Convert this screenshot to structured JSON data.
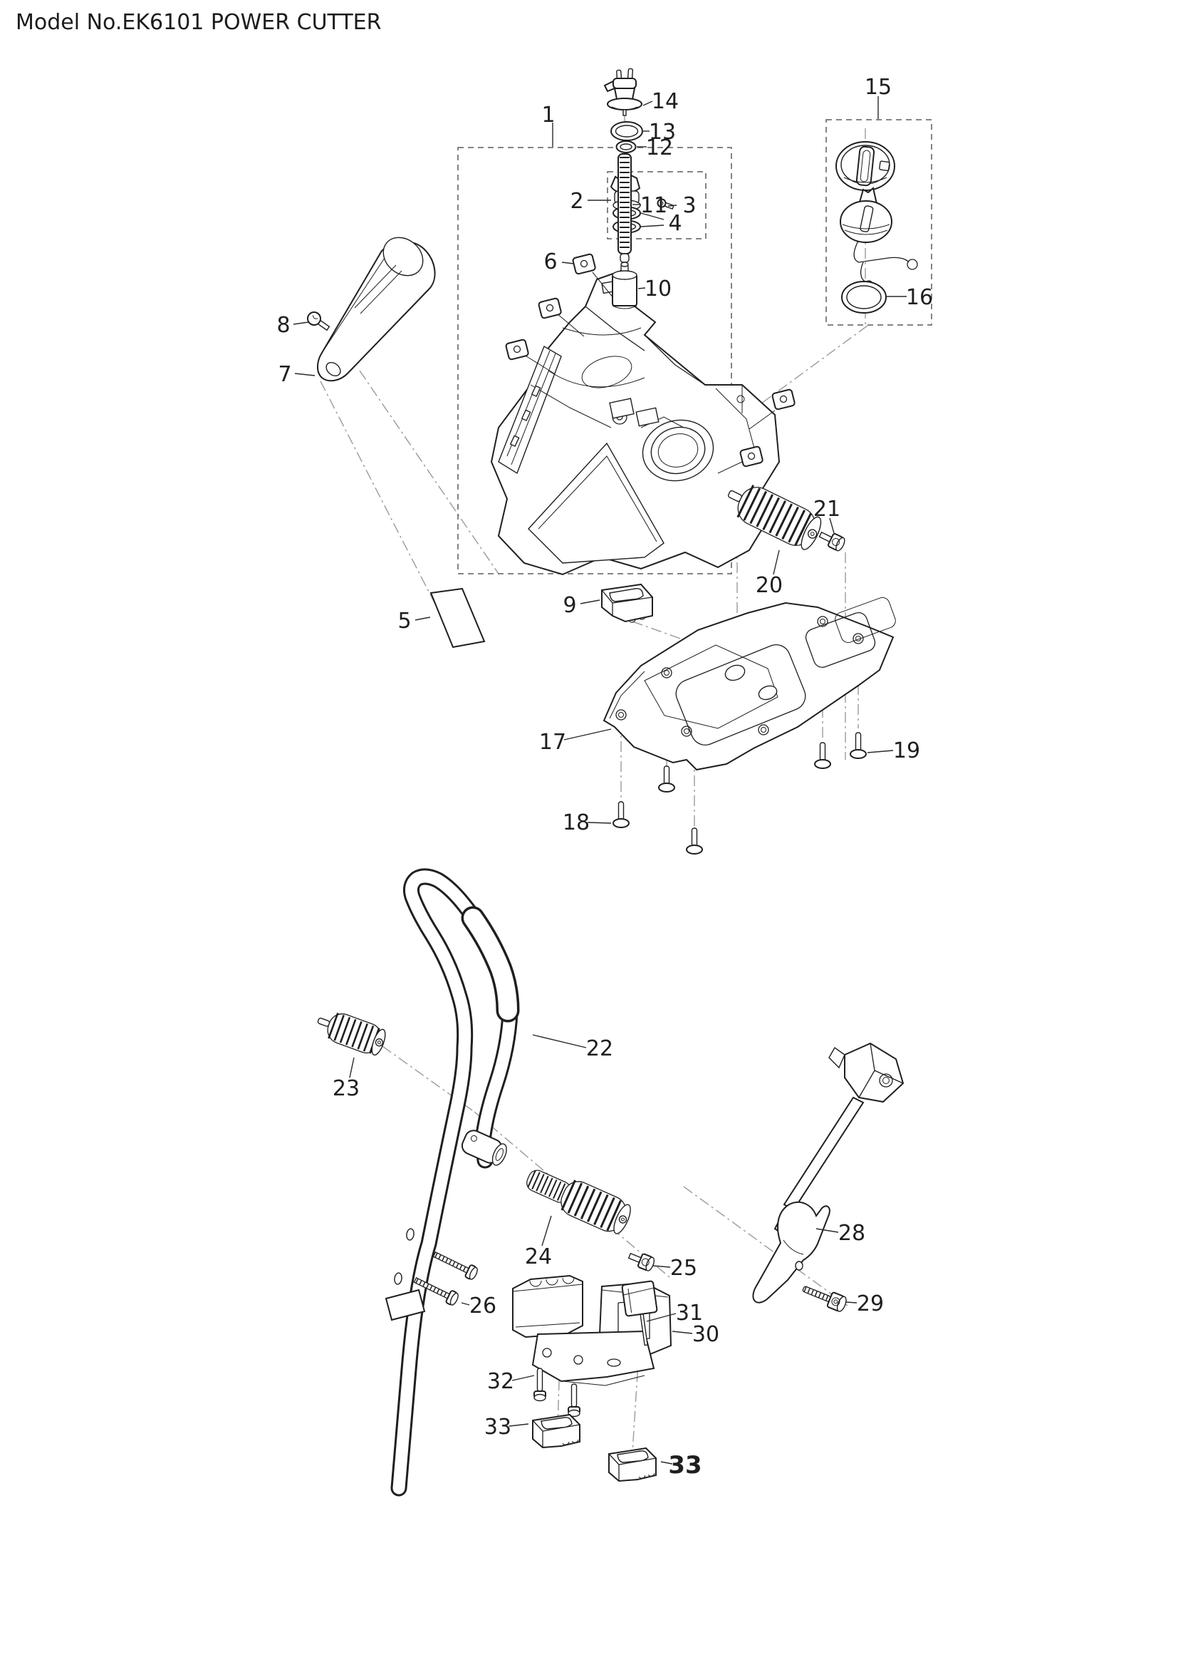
{
  "header": {
    "title": "Model No.EK6101 POWER CUTTER"
  },
  "colors": {
    "ink": "#1f1f1f",
    "assembly_line_gray": "#9a9a9a",
    "background": "#ffffff"
  },
  "callouts": [
    {
      "number": "1"
    },
    {
      "number": "2"
    },
    {
      "number": "3"
    },
    {
      "number": "4"
    },
    {
      "number": "5"
    },
    {
      "number": "6"
    },
    {
      "number": "7"
    },
    {
      "number": "8"
    },
    {
      "number": "9"
    },
    {
      "number": "10"
    },
    {
      "number": "11"
    },
    {
      "number": "12"
    },
    {
      "number": "13"
    },
    {
      "number": "14"
    },
    {
      "number": "15"
    },
    {
      "number": "16"
    },
    {
      "number": "17"
    },
    {
      "number": "18"
    },
    {
      "number": "19"
    },
    {
      "number": "20"
    },
    {
      "number": "21"
    },
    {
      "number": "22"
    },
    {
      "number": "23"
    },
    {
      "number": "24"
    },
    {
      "number": "25"
    },
    {
      "number": "26"
    },
    {
      "number": "28"
    },
    {
      "number": "29"
    },
    {
      "number": "30"
    },
    {
      "number": "31"
    },
    {
      "number": "32"
    },
    {
      "number": "33"
    },
    {
      "number": "33"
    }
  ]
}
